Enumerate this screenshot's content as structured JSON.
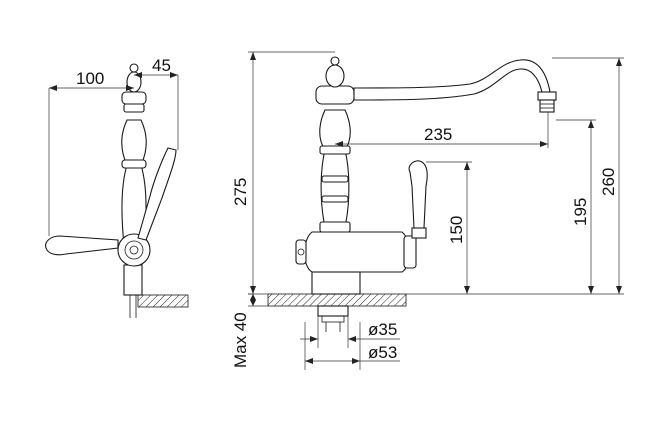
{
  "dimensions": {
    "d100": "100",
    "d45": "45",
    "d275": "275",
    "d235": "235",
    "d150": "150",
    "d195": "195",
    "d260": "260",
    "max40": "Max 40",
    "d35": "ø35",
    "d53": "ø53"
  }
}
